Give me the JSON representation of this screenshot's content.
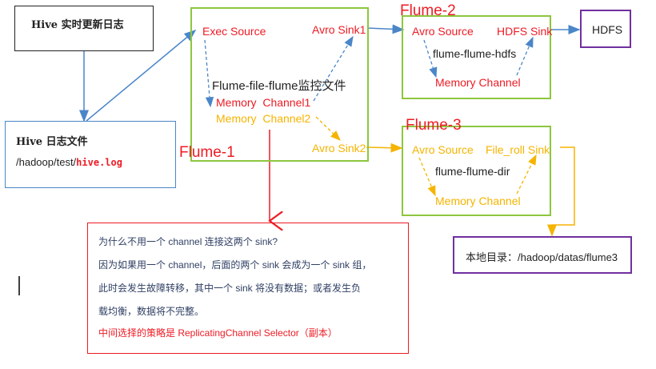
{
  "hive_update": {
    "label": "Hive 实时更新日志"
  },
  "hive_log": {
    "title": "Hive 日志文件",
    "path_prefix": "/hadoop/test/",
    "path_file": "hive.log"
  },
  "flume1": {
    "name": "Flume-1",
    "exec_source": "Exec Source",
    "avro_sink1": "Avro Sink1",
    "monitor_label": "Flume-file-flume监控文件",
    "memory_channel1": "Memory  Channel1",
    "memory_channel2": "Memory  Channel2",
    "avro_sink2": "Avro Sink2"
  },
  "flume2": {
    "name": "Flume-2",
    "avro_source": "Avro Source",
    "hdfs_sink": "HDFS Sink",
    "label": "flume-flume-hdfs",
    "memory_channel": "Memory Channel"
  },
  "hdfs": {
    "label": "HDFS"
  },
  "flume3": {
    "name": "Flume-3",
    "avro_source": "Avro Source",
    "file_roll_sink": "File_roll Sink",
    "label": "flume-flume-dir",
    "memory_channel": "Memory Channel"
  },
  "local_dir": {
    "label": "本地目录：/hadoop/datas/flume3"
  },
  "note": {
    "line1": "为什么不用一个 channel 连接这两个 sink?",
    "line2": "因为如果用一个 channel，后面的两个 sink 会成为一个 sink 组，",
    "line3": "此时会发生故障转移，其中一个 sink 将没有数据；或者发生负",
    "line4": "载均衡，数据将不完整。",
    "line5": "中间选择的策略是 ReplicatingChannel Selector（副本）"
  },
  "colors": {
    "green": "#8dc63f",
    "blue": "#4a86c8",
    "purple": "#7030a0",
    "red": "#ee1b24",
    "orange": "#f5b400"
  }
}
